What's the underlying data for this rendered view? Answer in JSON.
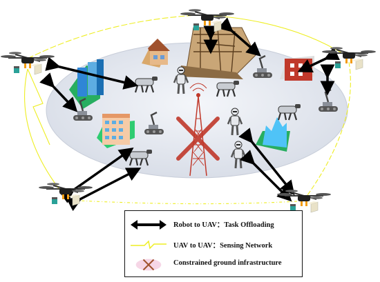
{
  "legend": {
    "items": [
      {
        "label": "Robot to UAV：Task Offloading",
        "symbol": "double-arrow"
      },
      {
        "label": "UAV to UAV：Sensing Network",
        "symbol": "lightning-line"
      },
      {
        "label": "Constrained ground infrastructure",
        "symbol": "red-cross"
      }
    ]
  },
  "colors": {
    "ground": "#e3e7ef",
    "arrow": "#000000",
    "lightning": "#f0f000",
    "cross": "#c0392b",
    "uav_body": "#222222",
    "building_blue": "#2e86de",
    "building_red": "#c0392b"
  },
  "icons": [
    "drone-icon",
    "robot-dog-icon",
    "humanoid-robot-icon",
    "tracked-robot-icon",
    "house-icon",
    "skyscraper-icon",
    "collapsed-building-icon",
    "cell-tower-icon"
  ]
}
